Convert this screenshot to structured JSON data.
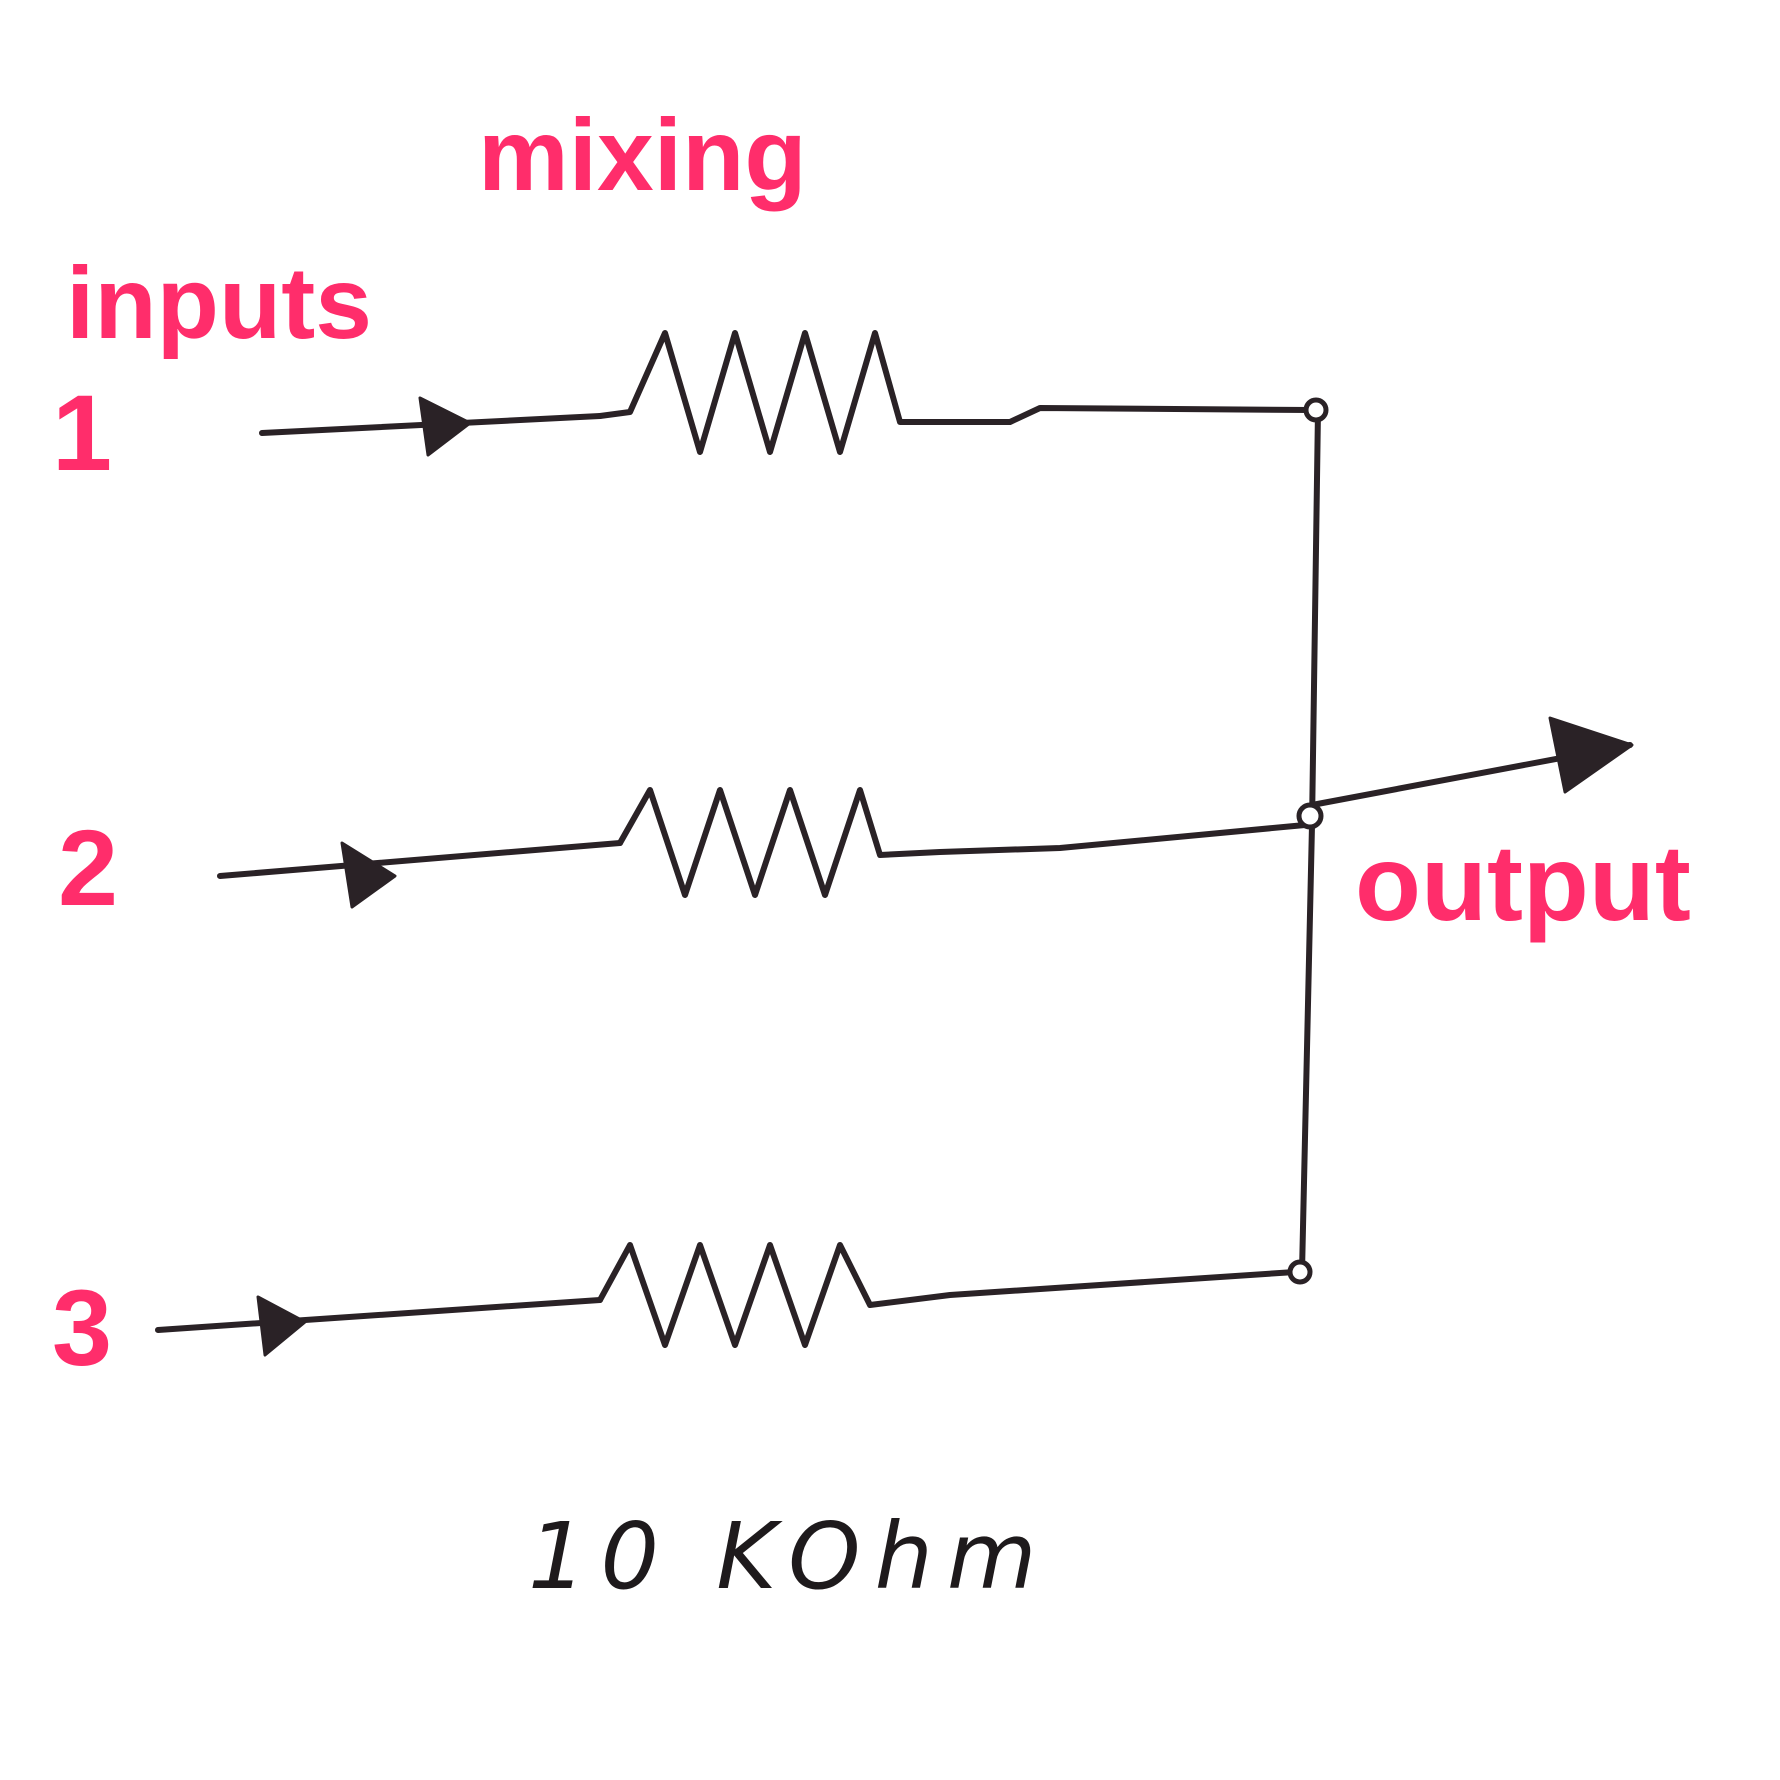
{
  "labels": {
    "mixing": "mixing",
    "inputs": "inputs",
    "input_1": "1",
    "input_2": "2",
    "input_3": "3",
    "output": "output",
    "resistance": "10 KOhm"
  },
  "colors": {
    "label_color": "#ff2d6b",
    "ink_color": "#2a2226",
    "background": "#ffffff"
  }
}
